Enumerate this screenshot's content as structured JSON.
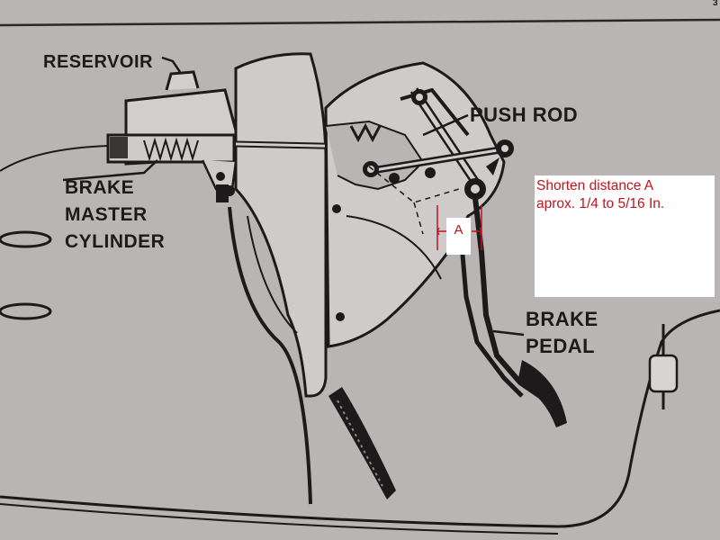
{
  "labels": {
    "reservoir": "RESERVOIR",
    "push_rod": "PUSH ROD",
    "brake_master_cylinder": [
      "BRAKE",
      "MASTER",
      "CYLINDER"
    ],
    "brake_pedal": [
      "BRAKE",
      "PEDAL"
    ],
    "page_corner": "3"
  },
  "annotation": {
    "note_lines": [
      "Shorten distance A",
      "aprox. 1/4 to 5/16 In."
    ],
    "dimension_label": "A",
    "color": "#c0141a"
  },
  "colors": {
    "paper": "#b9b5b4",
    "ink": "#1c1a1a",
    "note_background": "#ffffff"
  }
}
